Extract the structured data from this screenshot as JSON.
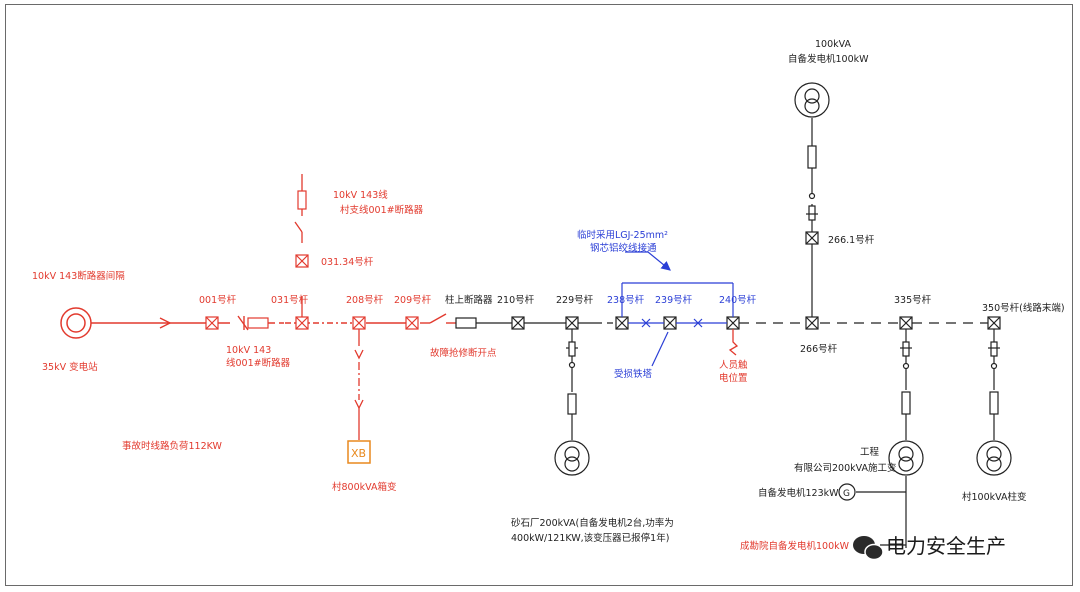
{
  "colors": {
    "fault_path": "#e23a2e",
    "normal_path": "#222222",
    "temp_line": "#2b3fd6"
  },
  "labels": {
    "substation_top": "10kV  143断路器间隔",
    "substation_bottom": "35kV  变电站",
    "pole_001": "001号杆",
    "pole_031": "031号杆",
    "pole_208": "208号杆",
    "pole_209": "209号杆",
    "pole_top_breaker": "柱上断路器",
    "pole_210": "210号杆",
    "pole_229": "229号杆",
    "pole_238": "238号杆",
    "pole_239": "239号杆",
    "pole_240": "240号杆",
    "pole_266": "266号杆",
    "pole_266_1": "266.1号杆",
    "pole_335": "335号杆",
    "pole_350": "350号杆(线路末端)",
    "pole_031_34": "031.34号杆",
    "branch_breaker_l1": "10kV  143线",
    "branch_breaker_l2": "村支线001#断路器",
    "main_breaker_l1": "10kV  143",
    "main_breaker_l2": "线001#断路器",
    "fault_point": "故障抢修断开点",
    "accident_load": "事故时线路负荷112KW",
    "box_transformer": "村800kVA箱变",
    "box_transformer_symbol": "XB",
    "temp_line_l1": "临时采用LGJ-25mm²",
    "temp_line_l2": "钢芯铝绞线接通",
    "damaged_tower": "受损铁塔",
    "electrocution_l1": "人员触",
    "electrocution_l2": "电位置",
    "gen_top_l1": "100kVA",
    "gen_top_l2": "自备发电机100kW",
    "quarry_l1": "砂石厂200kVA(自备发电机2台,功率为",
    "quarry_l2": "400kW/121KW,该变压器已报停1年)",
    "construction_l1": "工程",
    "construction_l2": "有限公司200kVA施工变",
    "gen_123": "自备发电机123kW",
    "gen_symbol": "G",
    "gen_100_bottom": "成勘院自备发电机100kW",
    "village_100": "村100kVA柱变"
  },
  "watermark": {
    "text": "电力安全生产"
  }
}
